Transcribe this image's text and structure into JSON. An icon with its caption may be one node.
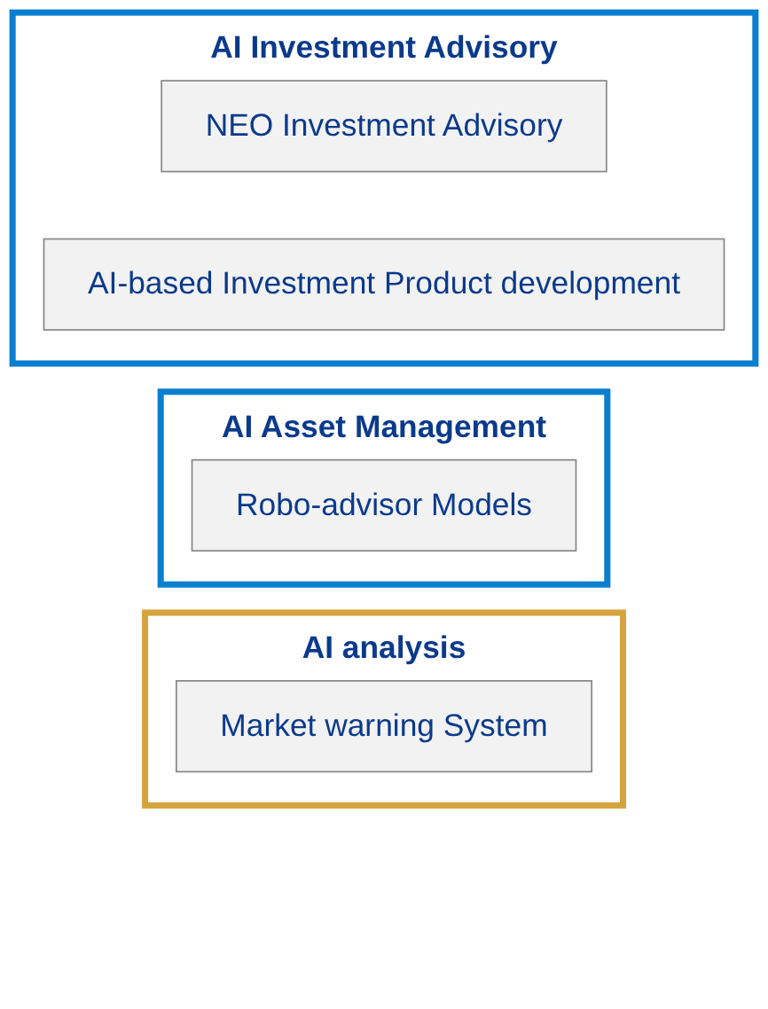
{
  "diagram": {
    "nodes": [
      {
        "text": [
          "AI Investment Advisory"
        ]
      },
      {
        "text": [
          "NEO Investment Advisory"
        ],
        "in": 0
      },
      {
        "text": [
          "AI-based Investment Product development"
        ],
        "in": 0
      },
      {
        "text": [
          "AI Asset Management"
        ]
      },
      {
        "text": [
          "Robo-advisor Models"
        ],
        "in": 3
      },
      {
        "text": [
          "AI analysis"
        ]
      },
      {
        "text": [
          "Market warning System"
        ],
        "in": 5
      }
    ],
    "edges": []
  }
}
